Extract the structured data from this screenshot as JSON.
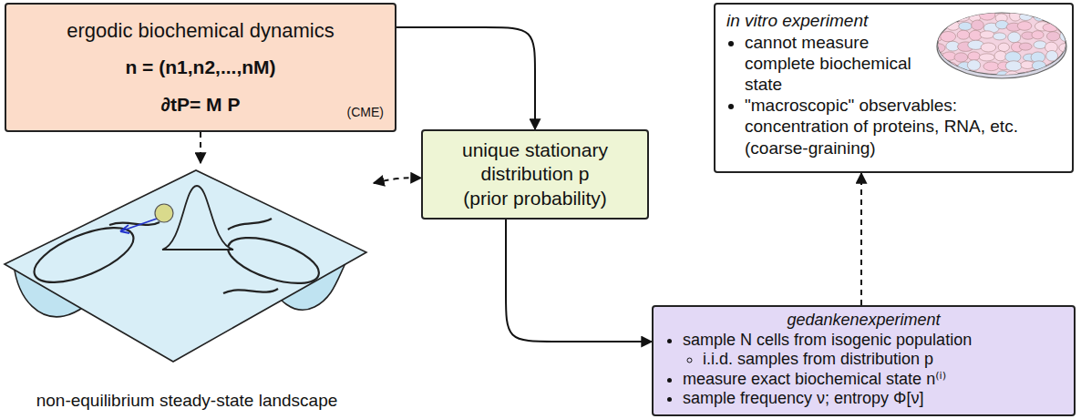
{
  "diagram": {
    "nodes": [
      {
        "text": [
          "ergodic biochemical dynamics",
          "n = (n1,n2,...,nM)",
          "∂tP= M P",
          "(CME)"
        ]
      },
      {
        "text": [
          "in vitro experiment",
          "cannot measure complete biochemical state",
          "\"macroscopic\" observables: concentration of proteins, RNA, etc. (coarse-graining)"
        ]
      },
      {
        "text": [
          "unique stationary distribution p",
          "(prior probability)"
        ]
      },
      {
        "text": [
          "non-equilibrium steady-state landscape"
        ]
      },
      {
        "text": [
          "gedankenexperiment",
          "sample N cells from isogenic population",
          "i.i.d. samples from distribution p",
          "measure exact biochemical state n⁽ⁱ⁾",
          "sample frequency ν; entropy Φ[ν]"
        ]
      }
    ],
    "edges": [
      {
        "from": 0,
        "to": 2,
        "arrow": "to"
      },
      {
        "from": 0,
        "to": 3,
        "arrow": "to"
      },
      {
        "from": 3,
        "to": 2,
        "arrow": "both"
      },
      {
        "from": 2,
        "to": 4,
        "arrow": "to"
      },
      {
        "from": 4,
        "to": 1,
        "arrow": "to"
      }
    ]
  }
}
